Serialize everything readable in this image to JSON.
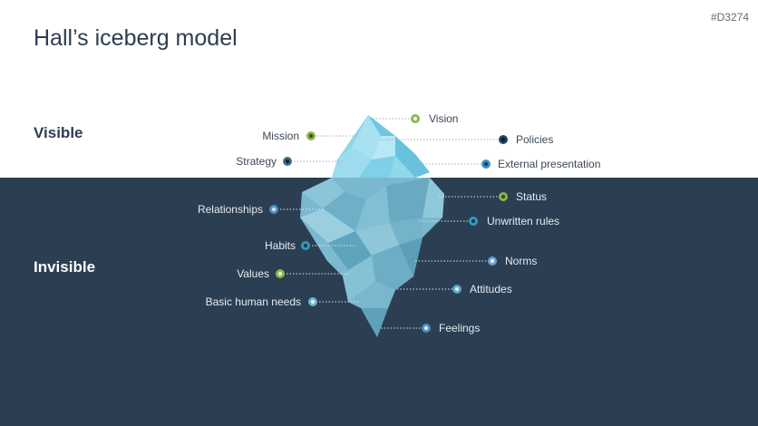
{
  "slide": {
    "title": "Hall’s iceberg model",
    "code": "#D3274",
    "zone_visible": "Visible",
    "zone_invisible": "Invisible"
  },
  "colors": {
    "green": "#8fb54a",
    "navy": "#24466b",
    "blue": "#3d8fc6",
    "teal": "#2f9fbe",
    "water": "#2c3e52"
  },
  "labels": {
    "vision": "Vision",
    "mission": "Mission",
    "policies": "Policies",
    "strategy": "Strategy",
    "external_presentation": "External presentation",
    "status": "Status",
    "relationships": "Relationships",
    "unwritten_rules": "Unwritten rules",
    "habits": "Habits",
    "norms": "Norms",
    "values": "Values",
    "attitudes": "Attitudes",
    "basic_human_needs": "Basic human needs",
    "feelings": "Feelings"
  }
}
